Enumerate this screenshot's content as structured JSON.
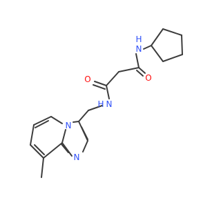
{
  "colors": {
    "bond": "#3c3c3c",
    "oxygen": "#ff0d0d",
    "nitrogen": "#3050f8",
    "background": "#ffffff"
  },
  "atoms": {
    "o_left": "O",
    "o_right": "O",
    "nh_amide_right": "N",
    "h_amide_right": "H",
    "nh_amide_left": "N",
    "h_amide_left": "H",
    "n_bridgehead": "N",
    "n_imidazole": "N"
  }
}
